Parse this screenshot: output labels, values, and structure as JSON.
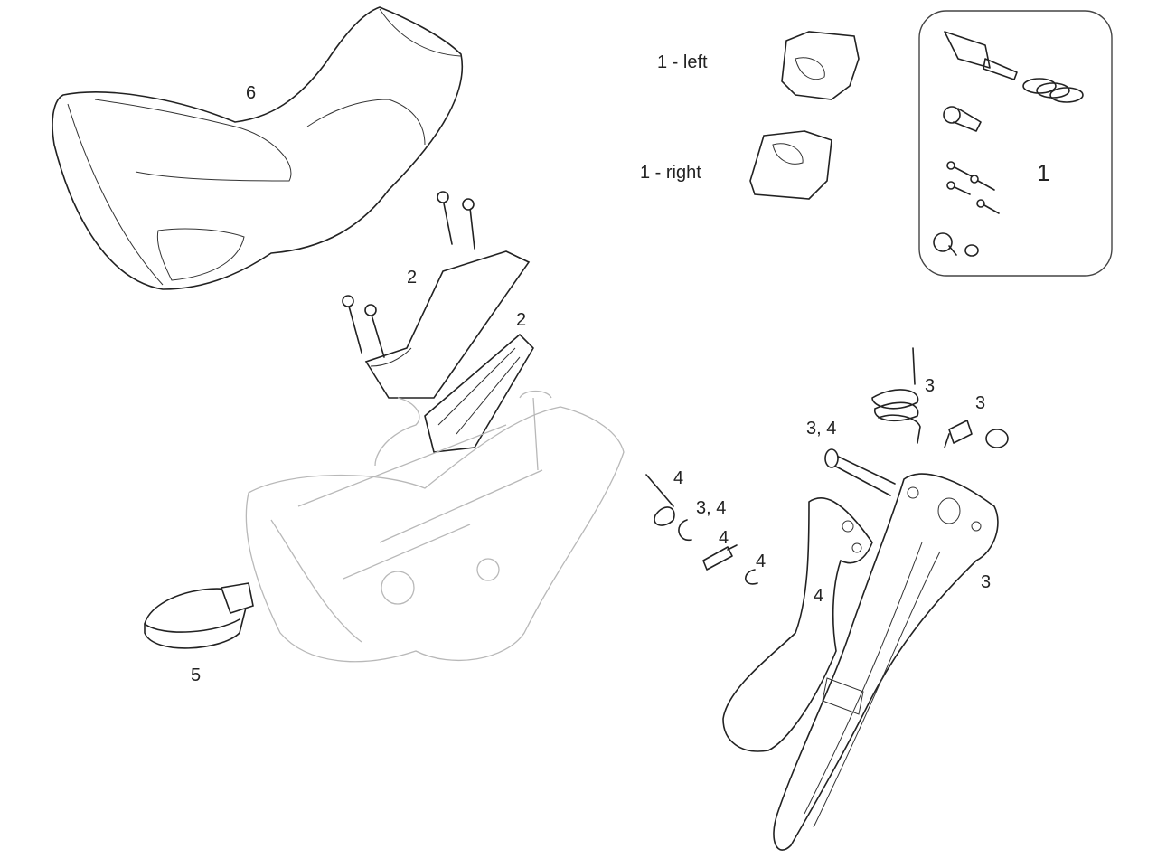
{
  "diagram": {
    "title": "Shift/brake lever exploded parts view",
    "labels": {
      "hood": "6",
      "clamp_left": "1 - left",
      "clamp_right": "1 - right",
      "kit_1": "1",
      "cover": "2",
      "cover_plate": "2",
      "spring_3": "3",
      "pivot_small_3": "3",
      "pivot_pin": "3, 4",
      "spring_4": "4",
      "clip_34": "3, 4",
      "bolt_4": "4",
      "c_clip_4": "4",
      "brake_lever_4": "4",
      "shift_lever_3": "3",
      "band_clamp": "5"
    }
  }
}
